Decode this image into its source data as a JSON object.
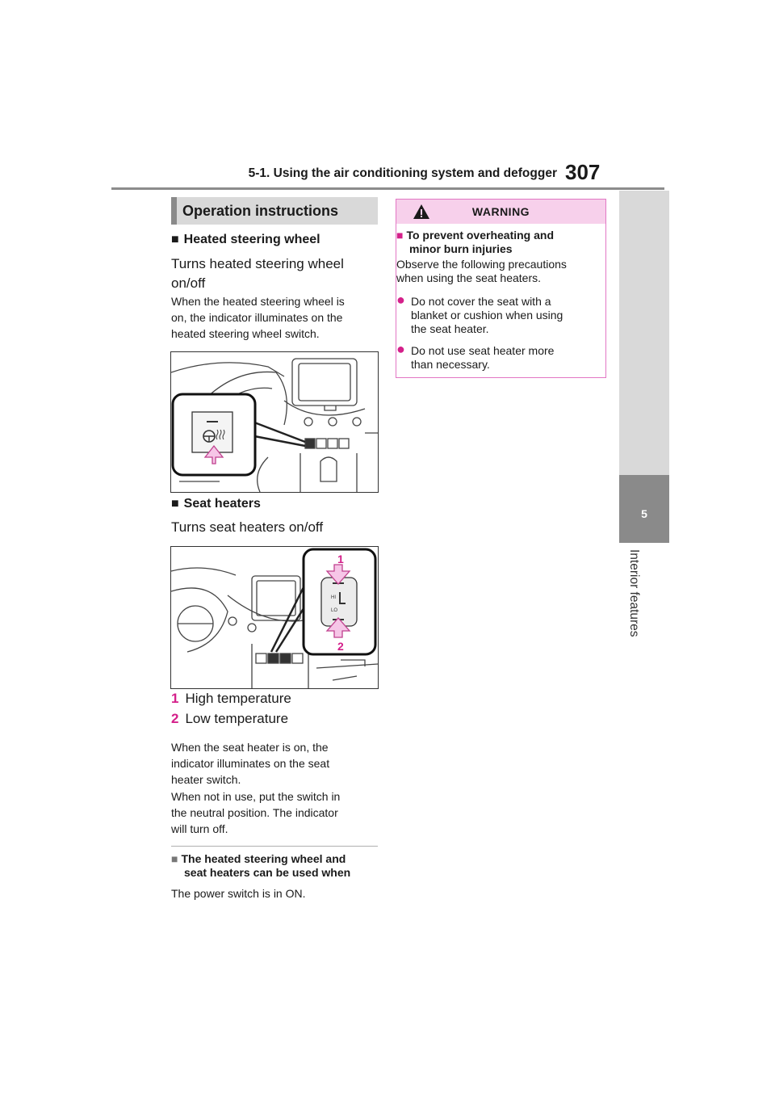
{
  "header": {
    "section_title": "5-1. Using the air conditioning system and defogger",
    "page_number": "307"
  },
  "side_tab": {
    "chapter_number": "5",
    "chapter_label": "Interior features"
  },
  "main": {
    "section_heading": "Operation instructions",
    "heated_wheel": {
      "title": "Heated steering wheel",
      "description": "Turns heated steering wheel on/off",
      "note_lines": [
        "When the heated steering wheel is",
        "on, the indicator illuminates on the",
        "heated steering wheel switch."
      ]
    },
    "seat_heaters": {
      "title": "Seat heaters",
      "description": "Turns seat heaters on/off",
      "figure_labels": {
        "one": "1",
        "two": "2",
        "hi": "HI",
        "lo": "LO"
      },
      "legend": [
        {
          "num": "1",
          "text": "High temperature"
        },
        {
          "num": "2",
          "text": "Low temperature"
        }
      ],
      "note1_lines": [
        "When the seat heater is on, the",
        "indicator illuminates on the seat",
        "heater switch."
      ],
      "note2_lines": [
        "When not in use, put the switch in",
        "the neutral position. The indicator",
        "will turn off."
      ]
    },
    "usage_note": {
      "title_lines": [
        "The heated steering wheel and",
        "seat heaters can be used when"
      ],
      "body": "The power switch is in ON."
    }
  },
  "warning": {
    "label": "WARNING",
    "subtitle_lines": [
      "To prevent overheating and",
      "minor burn injuries"
    ],
    "intro_lines": [
      "Observe the following precautions",
      "when using the seat heaters."
    ],
    "bullets": [
      [
        "Do not cover the seat with a",
        "blanket or cushion when using",
        "the seat heater."
      ],
      [
        "Do not use seat heater more",
        "than necessary."
      ]
    ]
  },
  "colors": {
    "accent_pink": "#d4208a",
    "warning_fill": "#f7d0eb",
    "tab_dark": "#8a8a8a",
    "tab_light": "#d9d9d9"
  }
}
